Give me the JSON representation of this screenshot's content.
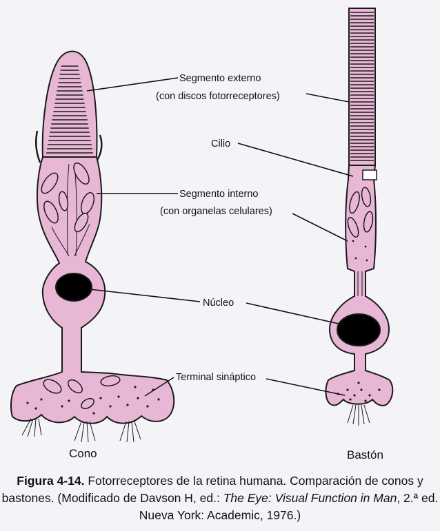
{
  "labels": {
    "outer_segment_1": "Segmento externo",
    "outer_segment_2": "(con discos fotorreceptores)",
    "cilium": "Cilio",
    "inner_segment_1": "Segmento interno",
    "inner_segment_2": "(con organelas celulares)",
    "nucleus": "Núcleo",
    "synaptic": "Terminal sináptico",
    "cone": "Cono",
    "rod": "Bastón"
  },
  "caption": {
    "figure_num": "Figura 4-14.",
    "text_1": " Fotorreceptores de la retina humana. Comparación de conos y bastones. (Modificado de Davson H, ed.: ",
    "book_title": "The Eye: Visual Function in Man",
    "text_2": ", 2.ª ed. Nueva York: Academic, 1976.)"
  },
  "colors": {
    "cell_fill": "#e8b7d6",
    "outline": "#1a1a1a",
    "nucleus": "#000000",
    "background": "#f4f4f8"
  }
}
